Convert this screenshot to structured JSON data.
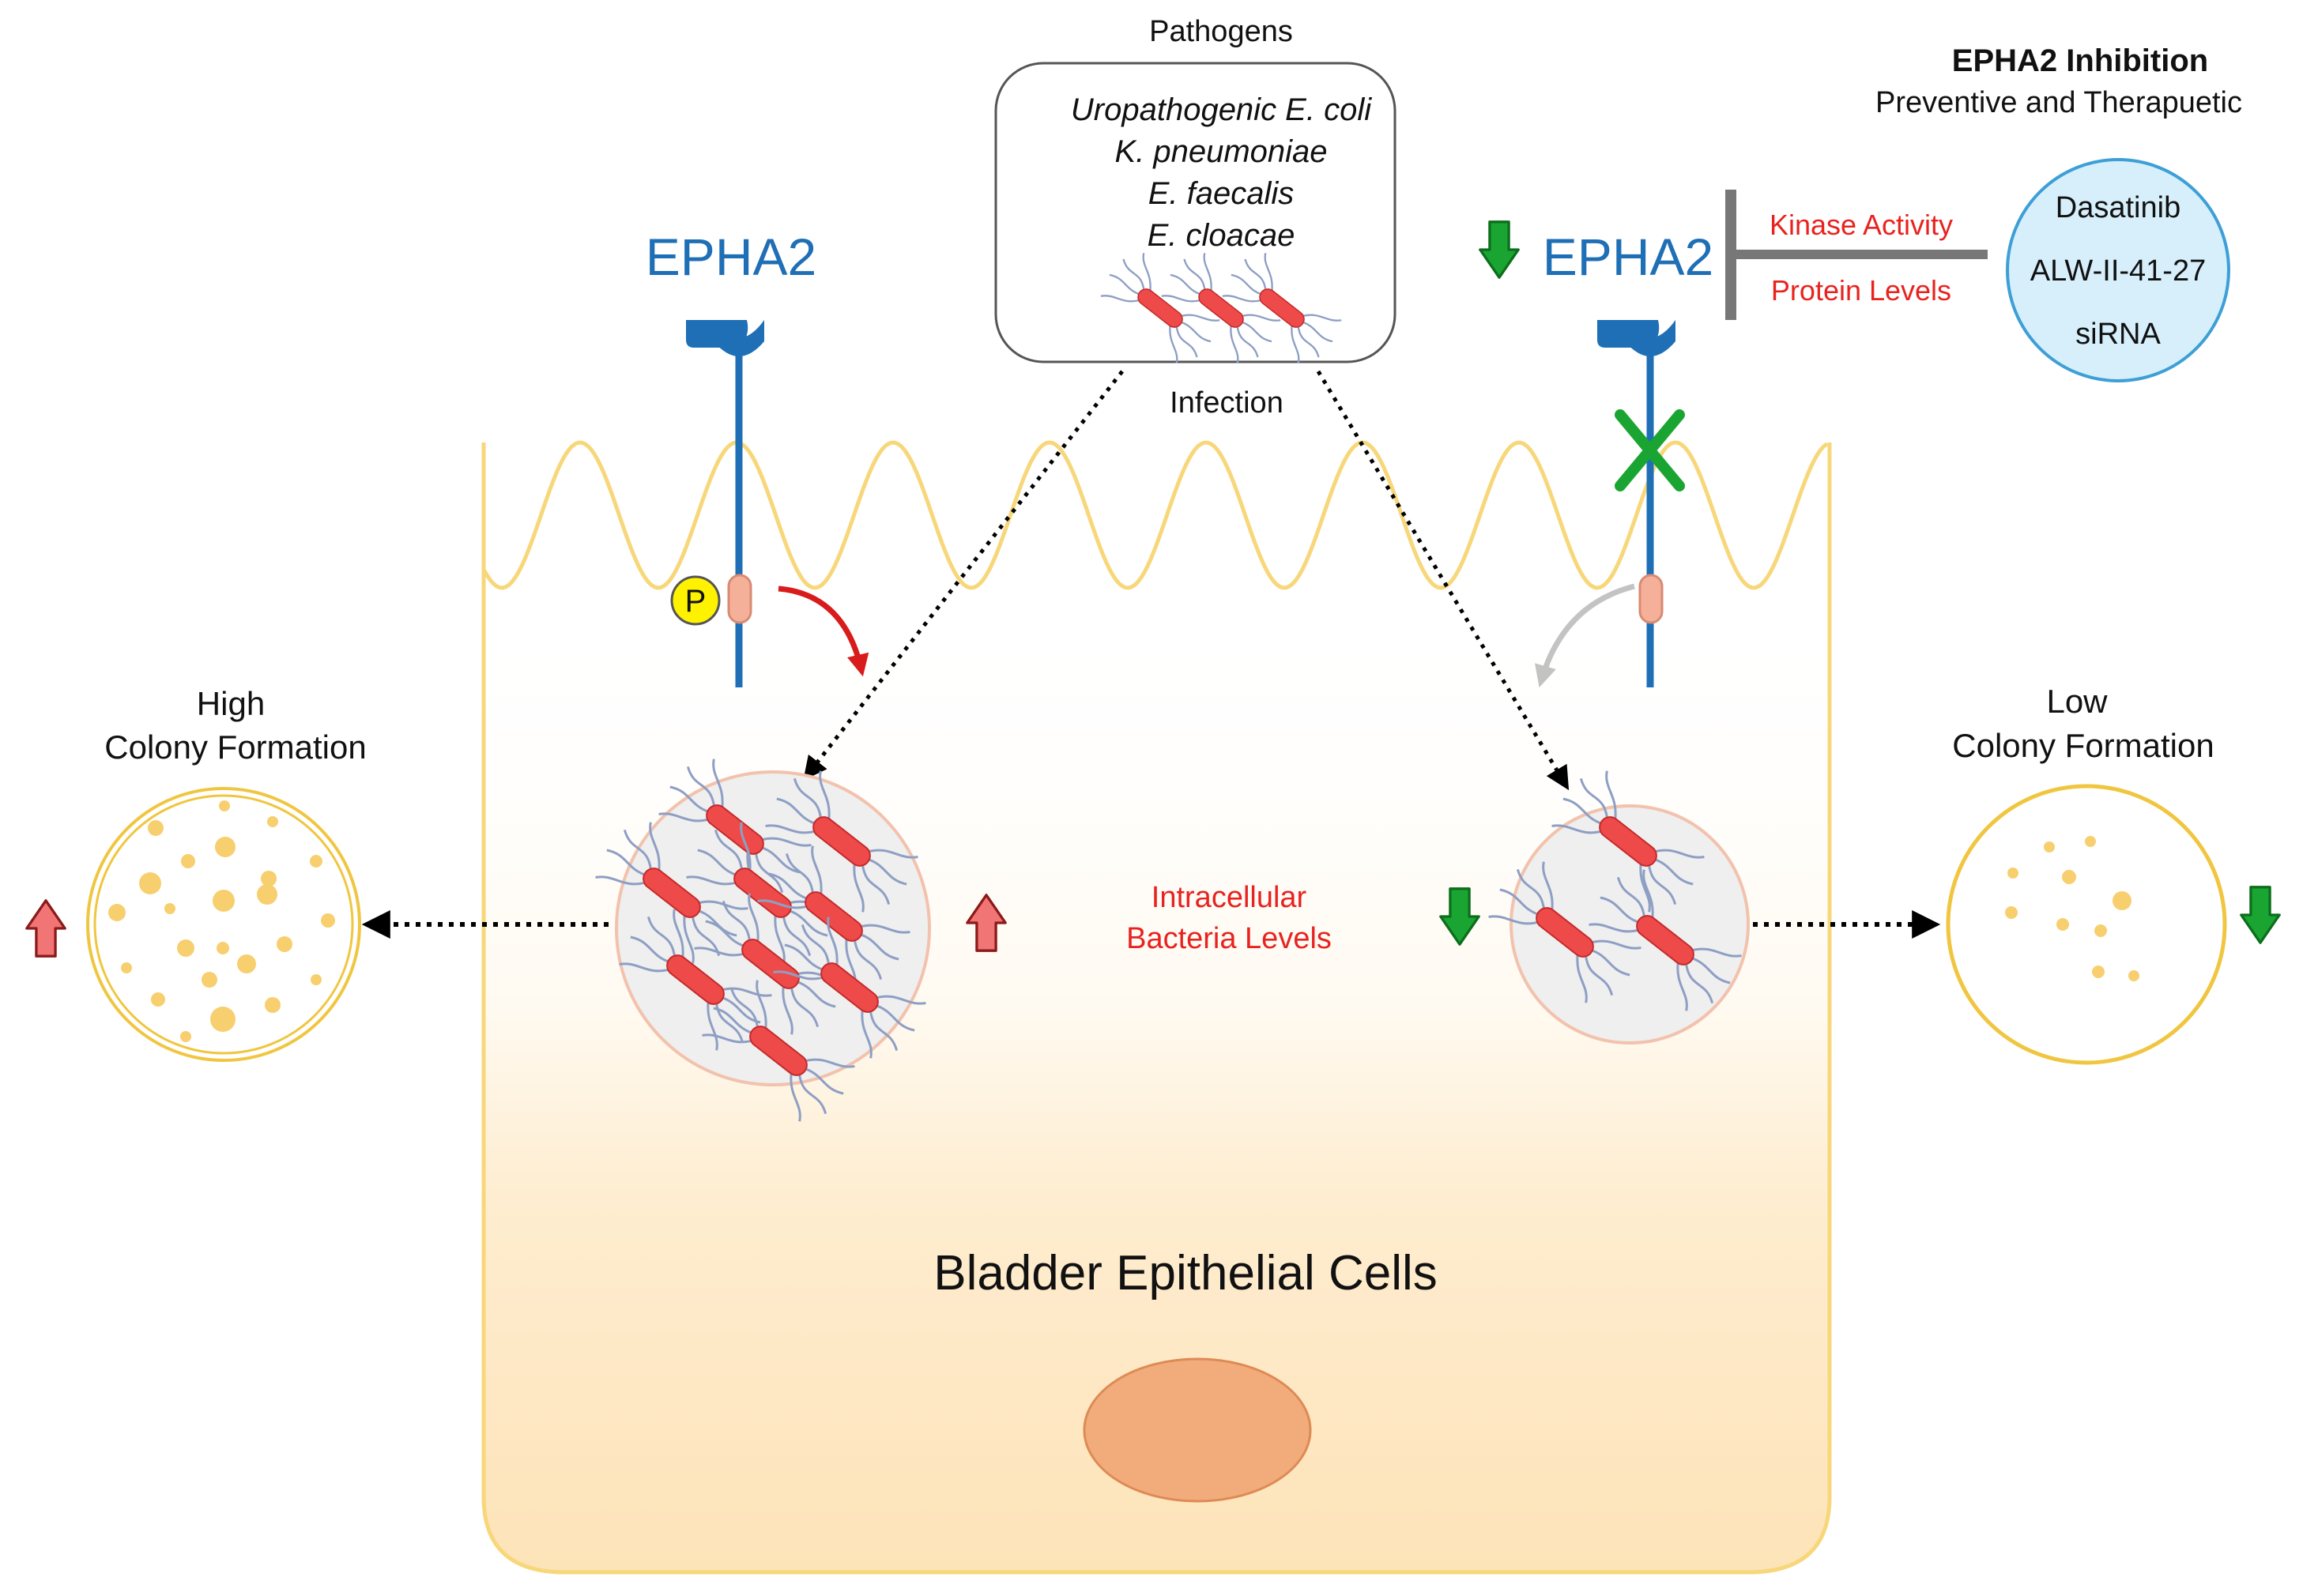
{
  "pathogens": {
    "title": "Pathogens",
    "species": [
      "Uropathogenic E. coli",
      "K. pneumoniae",
      "E. faecalis",
      "E. cloacae"
    ],
    "infection_label": "Infection"
  },
  "inhibition": {
    "title": "EPHA2 Inhibition",
    "subtitle": "Preventive and Therapuetic",
    "agents": [
      "Dasatinib",
      "ALW-II-41-27",
      "siRNA"
    ],
    "targets": [
      "Kinase Activity",
      "Protein Levels"
    ]
  },
  "receptor": {
    "left_label": "EPHA2",
    "right_label": "EPHA2",
    "phospho_label": "P"
  },
  "cell": {
    "label": "Bladder Epithelial Cells"
  },
  "intracellular": {
    "line1": "Intracellular",
    "line2": "Bacteria Levels"
  },
  "colony": {
    "high_line1": "High",
    "high_line2": "Colony Formation",
    "low_line1": "Low",
    "low_line2": "Colony Formation"
  },
  "colors": {
    "receptor_blue": "#1f6fb6",
    "alert_red": "#e8231f",
    "down_green": "#1aa532",
    "membrane_yellow": "#f7d77a",
    "cell_fill": "#fde3b8",
    "nucleus": "#f2ac7c",
    "bacteria_red": "#ef4a4a",
    "inhibitor_fill": "#d6effb",
    "inhibitor_stroke": "#3d9fd6"
  }
}
